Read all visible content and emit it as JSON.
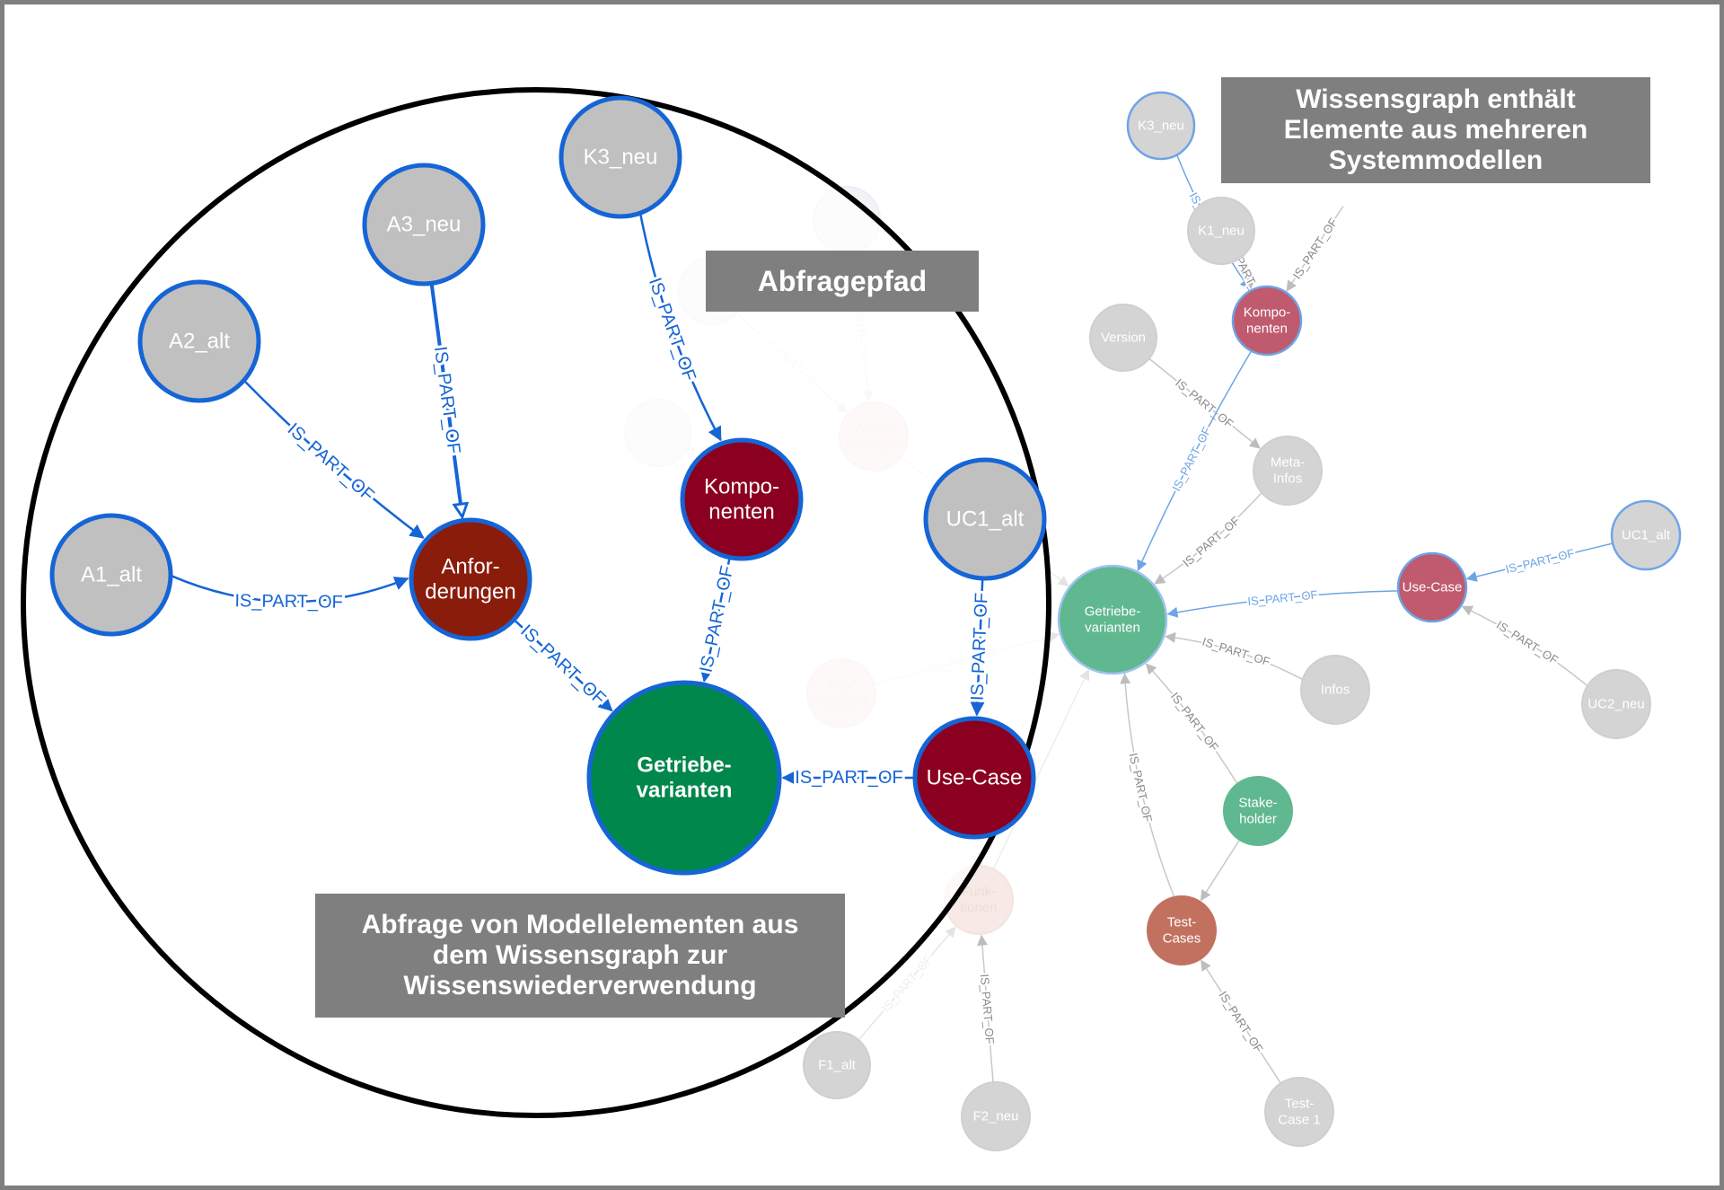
{
  "callouts": {
    "knowledge_graph": "Wissensgraph enthält\nElemente aus mehreren\nSystemmodellen",
    "query_path": "Abfragepfad",
    "query_description": "Abfrage von Modellelementen aus\ndem Wissensgraph zur\nWissenswiederverwendung"
  },
  "edge_label": "IS_PART_OF",
  "colors": {
    "grey_node": "#c0c0c0",
    "blue_stroke": "#1565d6",
    "dark_red": "#8b0021",
    "brown_red": "#8a1c0c",
    "green": "#00874b",
    "bg_red": "#c05a6e",
    "bg_green": "#5fb890",
    "bg_brown": "#c2715f",
    "frame": "#7f7f7f",
    "callout": "#7f7f7f"
  },
  "background_graph": {
    "nodes": [
      {
        "id": "bg_k3",
        "label": "K3_neu",
        "kind": "grey",
        "blue": true
      },
      {
        "id": "bg_k1",
        "label": "K1_neu",
        "kind": "grey"
      },
      {
        "id": "bg_version",
        "label": "Version",
        "kind": "grey"
      },
      {
        "id": "bg_komponenten",
        "label": "Kompo-\nnenten",
        "kind": "red",
        "blue": true
      },
      {
        "id": "bg_meta",
        "label": "Meta-\nInfos",
        "kind": "grey"
      },
      {
        "id": "bg_uc1",
        "label": "UC1_alt",
        "kind": "grey",
        "blue": true
      },
      {
        "id": "bg_usecase",
        "label": "Use-Case",
        "kind": "red",
        "blue": true
      },
      {
        "id": "bg_getriebe",
        "label": "Getriebe-\nvarianten",
        "kind": "green",
        "blue": true
      },
      {
        "id": "bg_infos",
        "label": "Infos",
        "kind": "grey"
      },
      {
        "id": "bg_uc2",
        "label": "UC2_neu",
        "kind": "grey"
      },
      {
        "id": "bg_stakeholder",
        "label": "Stake-\nholder",
        "kind": "green"
      },
      {
        "id": "bg_testcases",
        "label": "Test-\nCases",
        "kind": "brown"
      },
      {
        "id": "bg_testcase1",
        "label": "Test-\nCase 1",
        "kind": "grey"
      },
      {
        "id": "bg_f2",
        "label": "F2_neu",
        "kind": "grey"
      },
      {
        "id": "bg_f1",
        "label": "F1_alt",
        "kind": "grey"
      },
      {
        "id": "bg_anford",
        "label": "Anfor-\nderungen",
        "kind": "faint_red"
      },
      {
        "id": "bg_vv",
        "label": "V&V\nKriterien",
        "kind": "faint_red"
      },
      {
        "id": "bg_funk",
        "label": "Funk-\ntionen",
        "kind": "faint_red"
      },
      {
        "id": "bg_a1",
        "label": "A1_alt",
        "kind": "faint_grey"
      },
      {
        "id": "bg_top1",
        "label": "",
        "kind": "faint_grey"
      },
      {
        "id": "bg_top2",
        "label": "",
        "kind": "faint_grey"
      }
    ]
  },
  "query_graph": {
    "nodes": [
      {
        "id": "a1",
        "label": "A1_alt",
        "kind": "grey"
      },
      {
        "id": "a2",
        "label": "A2_alt",
        "kind": "grey"
      },
      {
        "id": "a3",
        "label": "A3_neu",
        "kind": "grey"
      },
      {
        "id": "k3",
        "label": "K3_neu",
        "kind": "grey"
      },
      {
        "id": "uc1",
        "label": "UC1_alt",
        "kind": "grey"
      },
      {
        "id": "anford",
        "label": "Anfor-\nderungen",
        "kind": "brown_red"
      },
      {
        "id": "komponenten",
        "label": "Kompo-\nnenten",
        "kind": "dark_red"
      },
      {
        "id": "usecase",
        "label": "Use-Case",
        "kind": "dark_red"
      },
      {
        "id": "getriebe",
        "label": "Getriebe-\nvarianten",
        "kind": "green"
      }
    ],
    "edges": [
      {
        "from": "a1",
        "to": "anford",
        "label": "IS_PART_OF"
      },
      {
        "from": "a2",
        "to": "anford",
        "label": "IS_PART_OF"
      },
      {
        "from": "a3",
        "to": "anford",
        "label": "IS_PART_OF"
      },
      {
        "from": "k3",
        "to": "komponenten",
        "label": "IS_PART_OF"
      },
      {
        "from": "uc1",
        "to": "usecase",
        "label": "IS_PART_OF"
      },
      {
        "from": "anford",
        "to": "getriebe",
        "label": "IS_PART_OF"
      },
      {
        "from": "komponenten",
        "to": "getriebe",
        "label": "IS_PART_OF"
      },
      {
        "from": "usecase",
        "to": "getriebe",
        "label": "IS_PART_OF"
      }
    ]
  }
}
